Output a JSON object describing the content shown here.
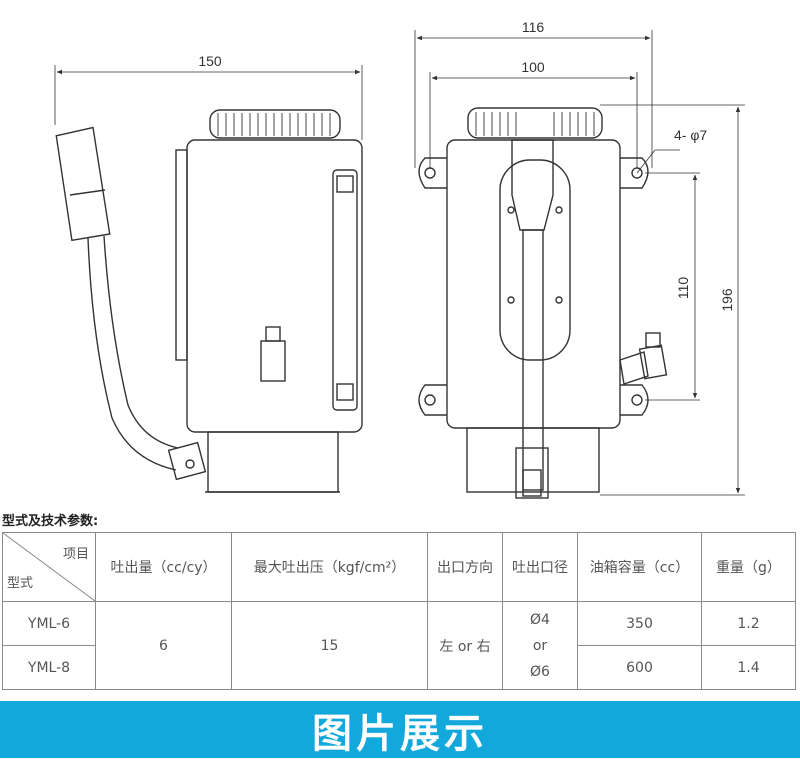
{
  "drawing": {
    "dim_width_side": "150",
    "dim_width_outer": "116",
    "dim_width_inner": "100",
    "dim_holes": "4- φ7",
    "dim_vertical_inner": "110",
    "dim_height": "196"
  },
  "section_title": "型式及技术参数:",
  "table": {
    "corner_top": "项目",
    "corner_bottom": "型式",
    "headers": [
      "吐出量（cc/cy）",
      "最大吐出压（kgf/cm²）",
      "出口方向",
      "吐出口径",
      "油箱容量（cc）",
      "重量（g）"
    ],
    "rows": [
      {
        "model": "YML-6",
        "capacity": "350",
        "weight": "1.2"
      },
      {
        "model": "YML-8",
        "capacity": "600",
        "weight": "1.4"
      }
    ],
    "shared_output": "6",
    "shared_pressure": "15",
    "shared_direction": "左 or 右",
    "shared_diameter_1": "Ø4",
    "shared_diameter_or": "or",
    "shared_diameter_2": "Ø6"
  },
  "banner": "图片展示"
}
